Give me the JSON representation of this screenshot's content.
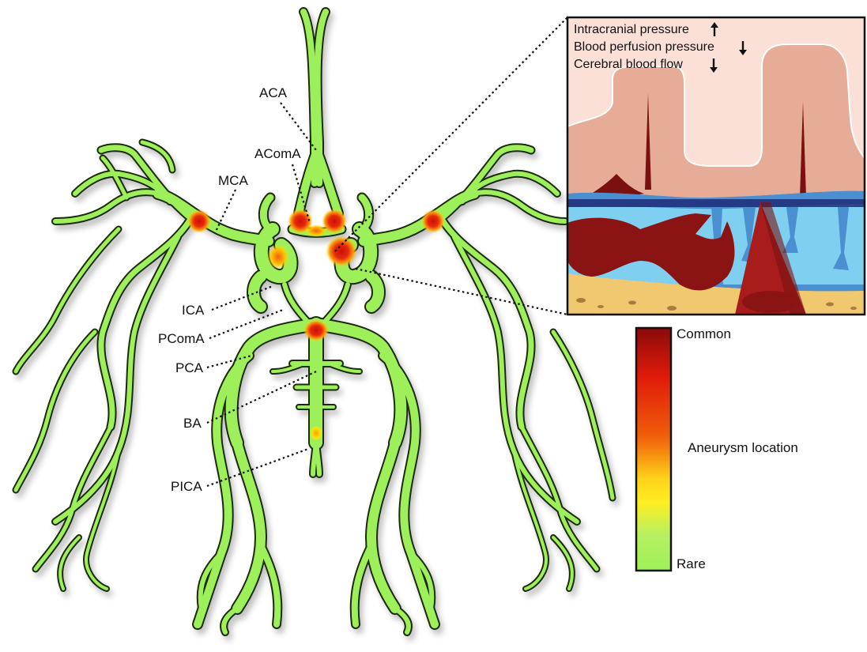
{
  "labels": {
    "aca": "ACA",
    "acoma": "AComA",
    "mca": "MCA",
    "ica": "ICA",
    "pcoma": "PComA",
    "pca": "PCA",
    "ba": "BA",
    "pica": "PICA"
  },
  "inset": {
    "line1": "Intracranial pressure",
    "line2": "Blood perfusion pressure",
    "line3": "Cerebral blood flow",
    "arrow_up": "up-arrow-icon",
    "arrow_down": "down-arrow-icon"
  },
  "legend": {
    "top_label": "Common",
    "mid_label": "Aneurysm location",
    "bottom_label": "Rare",
    "gradient_colors": [
      "#8b0a0a",
      "#e01a0a",
      "#f0600a",
      "#ffd21a",
      "#ffee22",
      "#b8f060",
      "#9ef05a"
    ]
  },
  "colors": {
    "vessel_fill": "#9ef05a",
    "vessel_outline": "#1f2a10",
    "hotspot_red": "#e3180c",
    "hotspot_orange": "#f48a0c",
    "hotspot_yellow": "#ffd000"
  }
}
